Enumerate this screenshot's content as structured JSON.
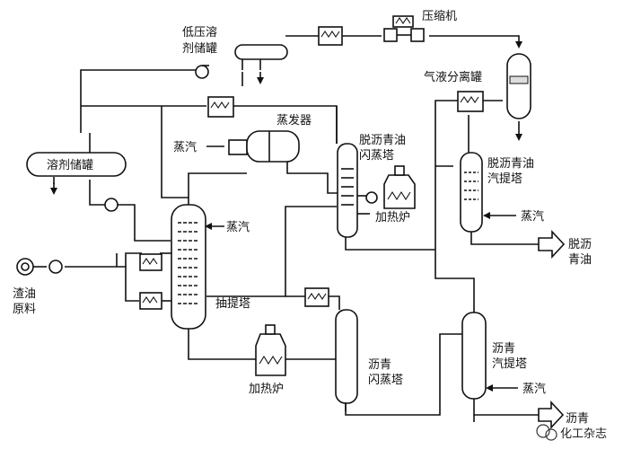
{
  "labels": {
    "compressor": "压缩机",
    "low_pressure_tank_line1": "低压溶",
    "low_pressure_tank_line2": "剂储罐",
    "gas_liquid_separator": "气液分离罐",
    "evaporator": "蒸发器",
    "steam_evaporator": "蒸汽",
    "dao_flash_line1": "脱沥青油",
    "dao_flash_line2": "闪蒸塔",
    "solvent_tank": "溶剂储罐",
    "dao_stripper_line1": "脱沥青油",
    "dao_stripper_line2": "汽提塔",
    "heater_dao": "加热炉",
    "steam_extractor": "蒸汽",
    "steam_dao_stripper": "蒸汽",
    "dao_product_line1": "脱沥",
    "dao_product_line2": "青油",
    "residue_feed_line1": "渣油",
    "residue_feed_line2": "原料",
    "extractor": "抽提塔",
    "heater_asphalt": "加热炉",
    "asphalt_flash_line1": "沥青",
    "asphalt_flash_line2": "闪蒸塔",
    "asphalt_stripper_line1": "沥青",
    "asphalt_stripper_line2": "汽提塔",
    "steam_asphalt_stripper": "蒸汽",
    "asphalt_product": "沥青",
    "watermark": "化工杂志"
  },
  "icons": {
    "watermark_logo": "wechat-icon"
  }
}
